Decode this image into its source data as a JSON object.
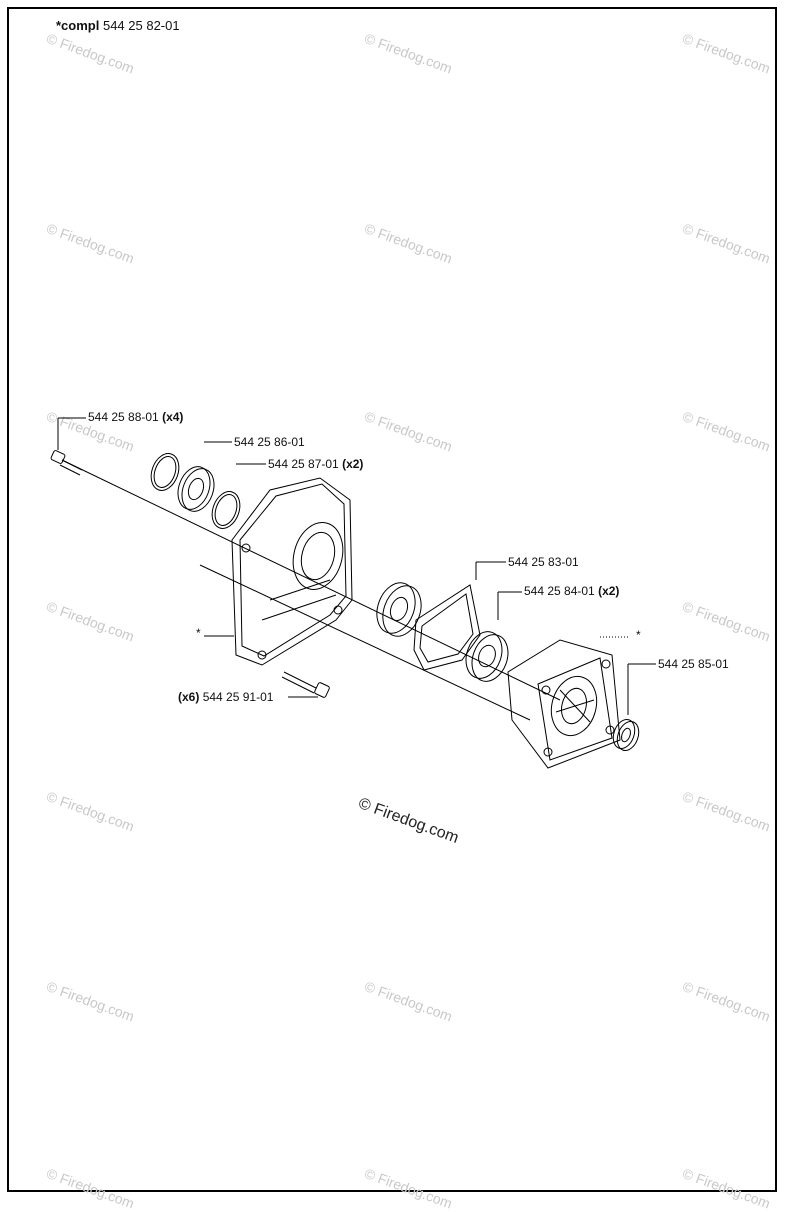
{
  "title": {
    "prefix": "*compl",
    "part": "544 25 82-01"
  },
  "parts": [
    {
      "id": "p1",
      "number": "544 25 88-01",
      "qty": "(x4)"
    },
    {
      "id": "p2",
      "number": "544 25 86-01",
      "qty": ""
    },
    {
      "id": "p3",
      "number": "544 25 87-01",
      "qty": "(x2)"
    },
    {
      "id": "p4",
      "number": "544 25 83-01",
      "qty": ""
    },
    {
      "id": "p5",
      "number": "544 25 84-01",
      "qty": "(x2)"
    },
    {
      "id": "p6",
      "number": "544 25 85-01",
      "qty": ""
    },
    {
      "id": "p7",
      "number": "544 25 91-01",
      "qty": "(x6)"
    }
  ],
  "markers": {
    "star": "*"
  },
  "watermark": {
    "text": "© Firedog.com"
  },
  "colors": {
    "line": "#000000",
    "watermark": "#c8c8c8"
  }
}
